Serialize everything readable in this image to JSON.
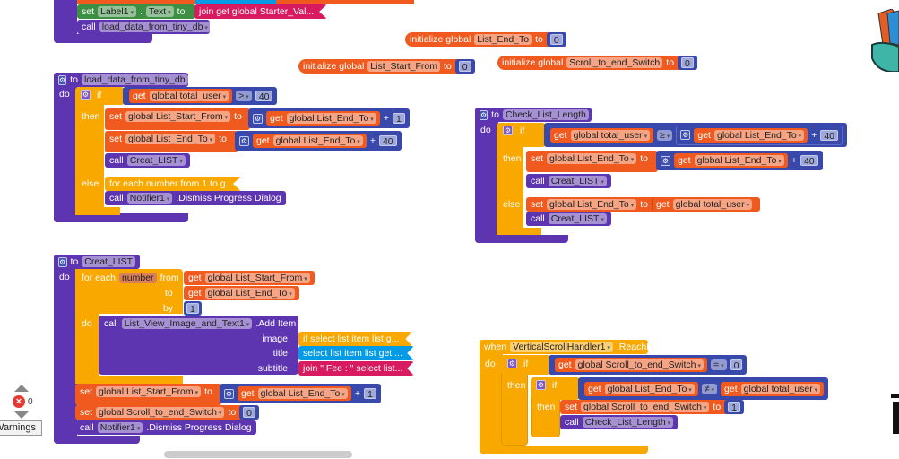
{
  "top": {
    "set": "set",
    "component": "Label1",
    "dot": ".",
    "prop": "Text",
    "to": "to",
    "join": "join get global Starter_Val...",
    "call": "call",
    "proc": "load_data_from_tiny_db"
  },
  "inits": [
    {
      "kw": "initialize global",
      "name": "List_End_To",
      "to": "to",
      "value": "0"
    },
    {
      "kw": "initialize global",
      "name": "List_Start_From",
      "to": "to",
      "value": "0"
    },
    {
      "kw": "initialize global",
      "name": "Scroll_to_end_Switch",
      "to": "to",
      "value": "0"
    }
  ],
  "kw": {
    "to": "to",
    "do": "do",
    "if": "if",
    "then": "then",
    "else": "else",
    "set": "set",
    "get": "get",
    "call": "call",
    "plus": "+",
    "by": "by",
    "when": "when",
    "image": "image",
    "title": "title",
    "subtitle": "subtitle",
    "from": "from",
    "foreach": "for each"
  },
  "load": {
    "name": "load_data_from_tiny_db",
    "cond_var": "global total_user",
    "op": ">",
    "cond_val": "40",
    "set1_var": "global List_Start_From",
    "set1_get": "global List_End_To",
    "set1_add": "1",
    "set2_var": "global List_End_To",
    "set2_get": "global List_End_To",
    "set2_add": "40",
    "call1": "Creat_LIST",
    "foreach": "for each number from 1 to g...",
    "notifier": "Notifier1",
    "dismiss": ".Dismiss Progress Dialog"
  },
  "check": {
    "name": "Check_List_Length",
    "cond_var": "global total_user",
    "op": "≥",
    "cond_get": "global List_End_To",
    "cond_add": "40",
    "set1_var": "global List_End_To",
    "set1_get": "global List_End_To",
    "set1_add": "40",
    "call1": "Creat_LIST",
    "set2_var": "global List_End_To",
    "set2_get": "global total_user",
    "call2": "Creat_LIST"
  },
  "creat": {
    "name": "Creat_LIST",
    "loop_var": "number",
    "from": "global List_Start_From",
    "to": "global List_End_To",
    "by": "1",
    "component": "List_View_Image_and_Text1",
    "method": ".Add Item",
    "image": "if select list item  list g...",
    "title": "select list item  list get ...",
    "subtitle": "join \" Fee :  \" select list...",
    "set1_var": "global List_Start_From",
    "set1_get": "global List_End_To",
    "set1_add": "1",
    "set2_var": "global Scroll_to_end_Switch",
    "set2_val": "0",
    "notifier": "Notifier1",
    "dismiss": ".Dismiss Progress Dialog"
  },
  "event": {
    "component": "VerticalScrollHandler1",
    "event": ".ReachBottom",
    "cond1_var": "global Scroll_to_end_Switch",
    "op1": "=",
    "cond1_val": "0",
    "cond2_var": "global List_End_To",
    "op2": "≠",
    "cond2_get": "global total_user",
    "set_var": "global Scroll_to_end_Switch",
    "set_val": "1",
    "call": "Check_List_Length"
  },
  "warnings": {
    "count": "0",
    "label": "Warnings"
  }
}
